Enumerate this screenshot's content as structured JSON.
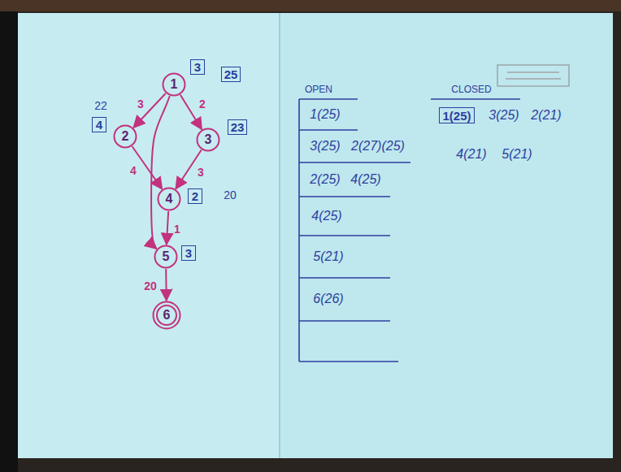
{
  "diagram": {
    "nodes": [
      {
        "text": [
          "1"
        ]
      },
      {
        "text": [
          "3"
        ]
      },
      {
        "text": [
          "25"
        ]
      },
      {
        "text": [
          "4"
        ]
      },
      {
        "text": [
          "2"
        ]
      },
      {
        "text": [
          "3"
        ]
      },
      {
        "text": [
          "23"
        ]
      },
      {
        "text": [
          "4"
        ]
      },
      {
        "text": [
          "2"
        ]
      },
      {
        "text": [
          "5"
        ]
      },
      {
        "text": [
          "3"
        ]
      },
      {
        "text": [
          "6"
        ]
      },
      {
        "text": [
          "1(25)"
        ]
      }
    ],
    "edges": [
      {
        "from": 0,
        "to": 4,
        "arrow": "to",
        "label": "3"
      },
      {
        "from": 0,
        "to": 5,
        "arrow": "to",
        "label": "2"
      },
      {
        "from": 4,
        "to": 7,
        "arrow": "to",
        "label": "4"
      },
      {
        "from": 5,
        "to": 7,
        "arrow": "to",
        "label": "3"
      },
      {
        "from": 7,
        "to": 9,
        "arrow": "to",
        "label": "1"
      },
      {
        "from": 9,
        "to": 11,
        "arrow": "to",
        "label": "20"
      },
      {
        "from": 0,
        "to": 9,
        "arrow": "to"
      }
    ],
    "labels": [
      "22",
      "20",
      "OPEN",
      "1(25)",
      "3(25)",
      "2(27)(25)",
      "2(25)",
      "4(25)",
      "4(25)",
      "5(21)",
      "6(26)",
      "CLOSED",
      "3(25)",
      "2(21)",
      "4(21)",
      "5(21)"
    ]
  }
}
